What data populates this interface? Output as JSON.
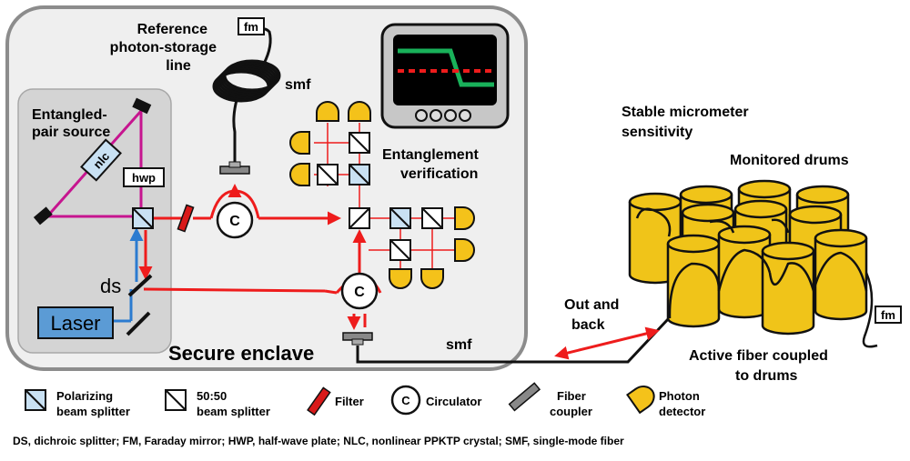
{
  "labels": {
    "reference_line": [
      "Reference",
      "photon-storage",
      "line"
    ],
    "fm_top": "fm",
    "smf_top": "smf",
    "entangled_source": [
      "Entangled-",
      "pair source"
    ],
    "nlc": "nlc",
    "hwp": "hwp",
    "ds": "ds",
    "laser": "Laser",
    "circ_c": "C",
    "entanglement_verification": [
      "Entanglement",
      "verification"
    ],
    "secure_enclave": "Secure enclave",
    "stable_sensitivity": [
      "Stable micrometer",
      "sensitivity"
    ],
    "monitored_drums": "Monitored drums",
    "out_and_back": [
      "Out and",
      "back"
    ],
    "smf_bottom": "smf",
    "fm_right": "fm",
    "active_fiber": [
      "Active fiber coupled",
      "to drums"
    ]
  },
  "legend": {
    "pbs": [
      "Polarizing",
      "beam splitter"
    ],
    "bs": [
      "50:50",
      "beam splitter"
    ],
    "filter": "Filter",
    "circulator": "Circulator",
    "circulator_symbol": "C",
    "fiber_coupler": [
      "Fiber",
      "coupler"
    ],
    "photon_detector": [
      "Photon",
      "detector"
    ]
  },
  "abbreviations": "DS, dichroic splitter;  FM, Faraday mirror;  HWP, half-wave plate;  NLC, nonlinear PPKTP crystal;  SMF, single-mode fiber",
  "colors": {
    "red_path": "#ee1c1c",
    "blue_path": "#2b7bd0",
    "magenta_path": "#c6158f",
    "detector": "#f4c21a",
    "laser_fill": "#5b9bd5",
    "splitter_fill": "#c9e1f3",
    "drum_fill": "#f0c419",
    "screen_green": "#19b15a",
    "enclave_fill": "#efefef",
    "source_fill": "#d4d4d4"
  }
}
